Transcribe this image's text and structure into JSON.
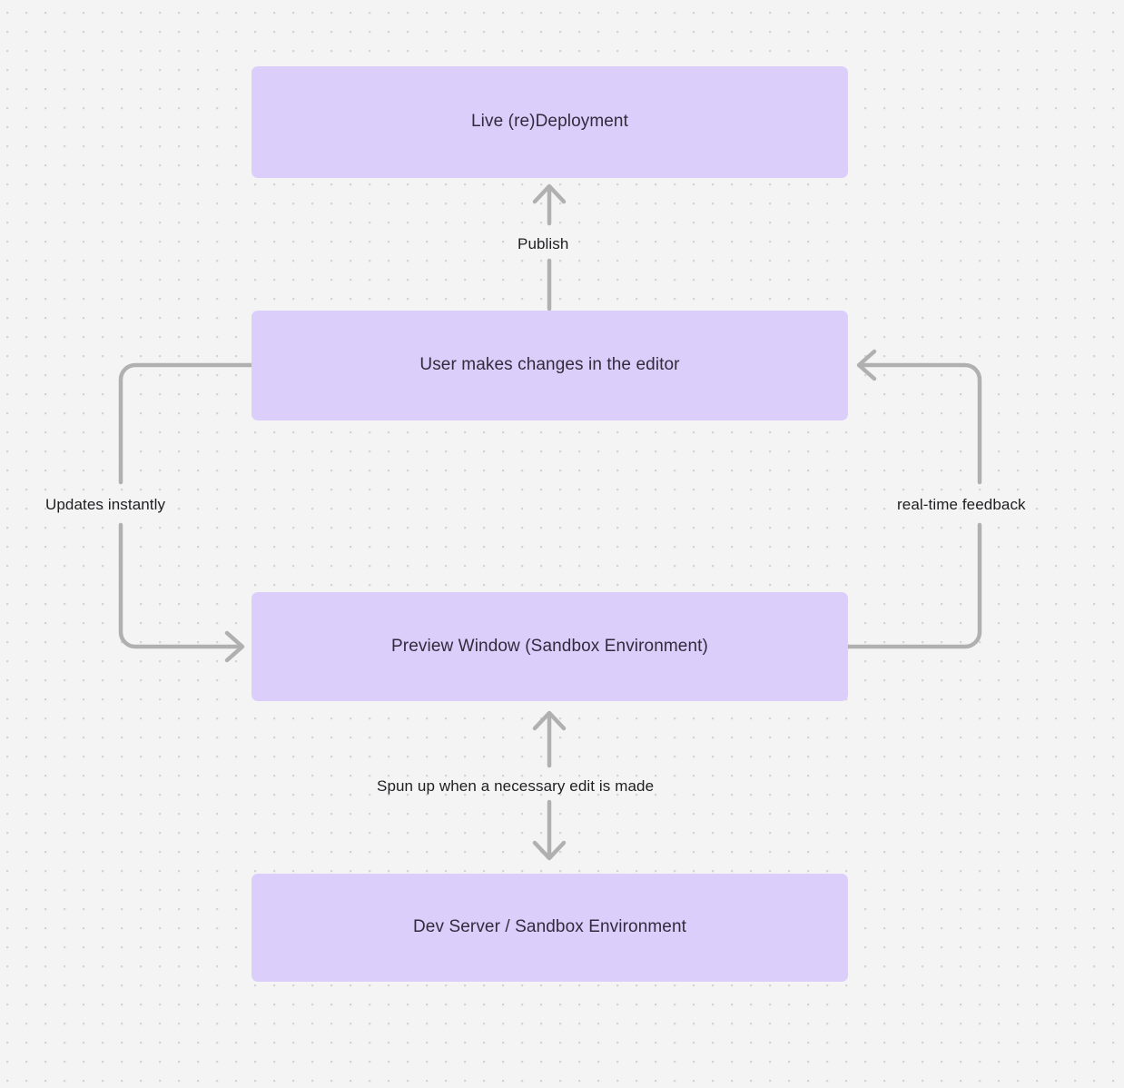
{
  "diagram": {
    "type": "flowchart",
    "background_color": "#f4f4f4",
    "grid": "dotted",
    "node_fill": "#dccefa",
    "edge_color": "#b0b0b0",
    "text_color": "#322b3d",
    "nodes": [
      {
        "id": "live",
        "label": "Live (re)Deployment"
      },
      {
        "id": "editor",
        "label": "User makes changes in the editor"
      },
      {
        "id": "preview",
        "label": "Preview Window (Sandbox Environment)"
      },
      {
        "id": "devserver",
        "label": "Dev Server / Sandbox Environment"
      }
    ],
    "edges": [
      {
        "id": "publish",
        "from": "editor",
        "to": "live",
        "label": "Publish",
        "direction": "up"
      },
      {
        "id": "updates",
        "from": "editor",
        "to": "preview",
        "label": "Updates instantly",
        "direction": "left-loop"
      },
      {
        "id": "realtime",
        "from": "preview",
        "to": "editor",
        "label": "real-time feedback",
        "direction": "right-loop"
      },
      {
        "id": "spunup",
        "from": "preview",
        "to": "devserver",
        "label": "Spun up when a necessary edit is made",
        "direction": "bidirectional"
      }
    ]
  }
}
